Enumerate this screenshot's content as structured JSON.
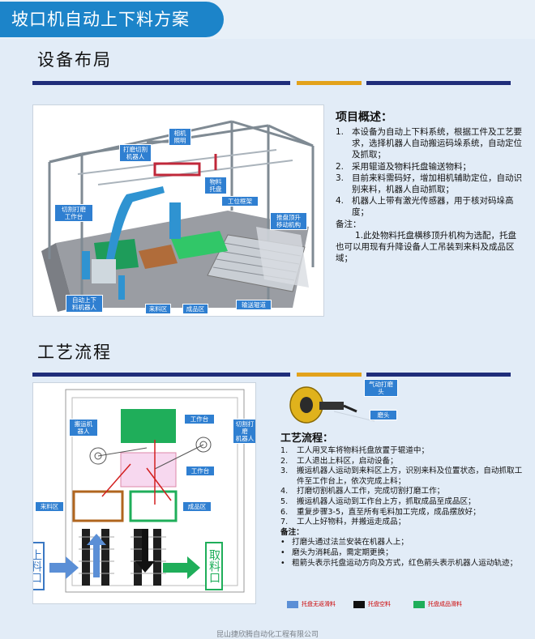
{
  "page_title": "坡口机自动上下料方案",
  "section1_title": "设备布局",
  "section2_title": "工艺流程",
  "colors": {
    "primary": "#1c84c9",
    "navy": "#1f2d7a",
    "gold": "#e3a21b",
    "stripe_blue": "#3a78c4"
  },
  "layout_labels": {
    "camera": "相机\n照明",
    "grind_robot": "打磨切割\n机器人",
    "material_tray": "物料\n托盘",
    "workbench_cutting": "切割打磨\n工作台",
    "workstation_frame": "工位框架",
    "lift_mechanism": "推盘顶升\n移动机构",
    "feed_robot": "自动上下\n料机器人",
    "incoming_area": "来料区",
    "finished_area": "成品区",
    "conveyor_line": "输送辊道"
  },
  "overview": {
    "heading": "项目概述：",
    "items": [
      {
        "n": "1.",
        "t": "本设备为自动上下料系统，根据工件及工艺要求，选择机器人自动搬运码垛系统，自动定位及抓取；"
      },
      {
        "n": "2.",
        "t": "采用辊道及物料托盘输送物料；"
      },
      {
        "n": "3.",
        "t": "目前来料需码好，增加相机辅助定位，自动识别来料，机器人自动抓取；"
      },
      {
        "n": "4.",
        "t": "机器人上带有激光传感器，用于核对码垛高度；"
      }
    ],
    "note_label": "备注：",
    "note_text": "1.此处物料托盘横移顶升机构为选配，托盘也可以用现有升降设备人工吊装到来料及成品区域；"
  },
  "tool_labels": {
    "pneumatic_grinder": "气动打磨\n头",
    "grinding_head": "磨头"
  },
  "flow_labels": {
    "handling_robot": "搬运机\n器人",
    "workbench_top": "工作台",
    "cutting_robot": "切割打磨\n机器人",
    "workbench_mid": "工作台",
    "incoming_area": "来料区",
    "finished_area": "成品区",
    "load_zone": "上料口",
    "unload_zone": "取料口"
  },
  "process": {
    "heading": "工艺流程：",
    "items": [
      {
        "n": "1.",
        "t": "工人用叉车将物料托盘放置于辊道中；"
      },
      {
        "n": "2.",
        "t": "工人退出上料区，启动设备；"
      },
      {
        "n": "3.",
        "t": "搬运机器人运动到来料区上方，识别来料及位置状态，自动抓取工件至工作台上，依次完成上料；"
      },
      {
        "n": "4.",
        "t": "打磨切割机器人工作，完成切割打磨工作；"
      },
      {
        "n": "5.",
        "t": "搬运机器人运动到工作台上方，抓取成品至成品区；"
      },
      {
        "n": "6.",
        "t": "重复步骤3-5，直至所有毛料加工完成，成品摆放好；"
      },
      {
        "n": "7.",
        "t": "工人上好物料，并搬运走成品；"
      }
    ],
    "note_label": "备注：",
    "notes": [
      "打磨头通过法兰安装在机器人上；",
      "磨头为消耗品，需定期更换；",
      "粗箭头表示托盘运动方向及方式，红色箭头表示机器人运动轨迹；"
    ]
  },
  "legend": [
    {
      "label": "托盘无返滑料",
      "color": "#5b8fd6"
    },
    {
      "label": "托盘空料",
      "color": "#111111"
    },
    {
      "label": "托盘成品滑料",
      "color": "#1fae5a"
    }
  ],
  "footer": "昆山捷欣腾自动化工程有限公司"
}
